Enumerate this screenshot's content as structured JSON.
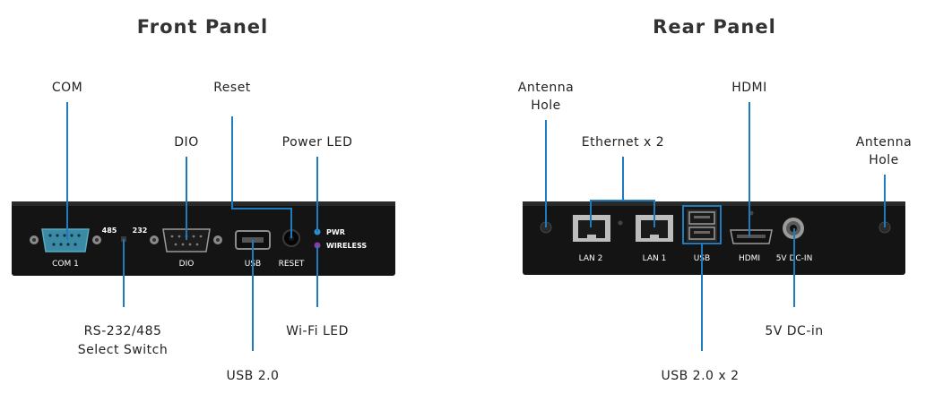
{
  "titles": {
    "front": "Front Panel",
    "rear": "Rear Panel"
  },
  "front_callouts": {
    "com": "COM",
    "reset": "Reset",
    "dio": "DIO",
    "power_led": "Power LED",
    "rs_switch_line1": "RS-232/485",
    "rs_switch_line2": "Select Switch",
    "wifi_led": "Wi-Fi LED",
    "usb": "USB 2.0"
  },
  "front_silkscreen": {
    "com1": "COM 1",
    "sw485": "485",
    "sw232": "232",
    "dio": "DIO",
    "usb": "USB",
    "reset": "RESET",
    "pwr": "PWR",
    "wireless": "WIRELESS"
  },
  "rear_callouts": {
    "antenna_left_line1": "Antenna",
    "antenna_left_line2": "Hole",
    "ethernet": "Ethernet x 2",
    "hdmi": "HDMI",
    "antenna_right_line1": "Antenna",
    "antenna_right_line2": "Hole",
    "dc_in": "5V DC-in",
    "usb": "USB 2.0 x 2"
  },
  "rear_silkscreen": {
    "lan2": "LAN 2",
    "lan1": "LAN 1",
    "usb": "USB",
    "hdmi": "HDMI",
    "dc_in": "5V DC-IN"
  },
  "colors": {
    "leader": "#1f7bc0",
    "panel": "#141414",
    "com_port": "#2e6e86",
    "pwr_led": "#1f7bc0",
    "wifi_led": "#7a2f8f"
  }
}
